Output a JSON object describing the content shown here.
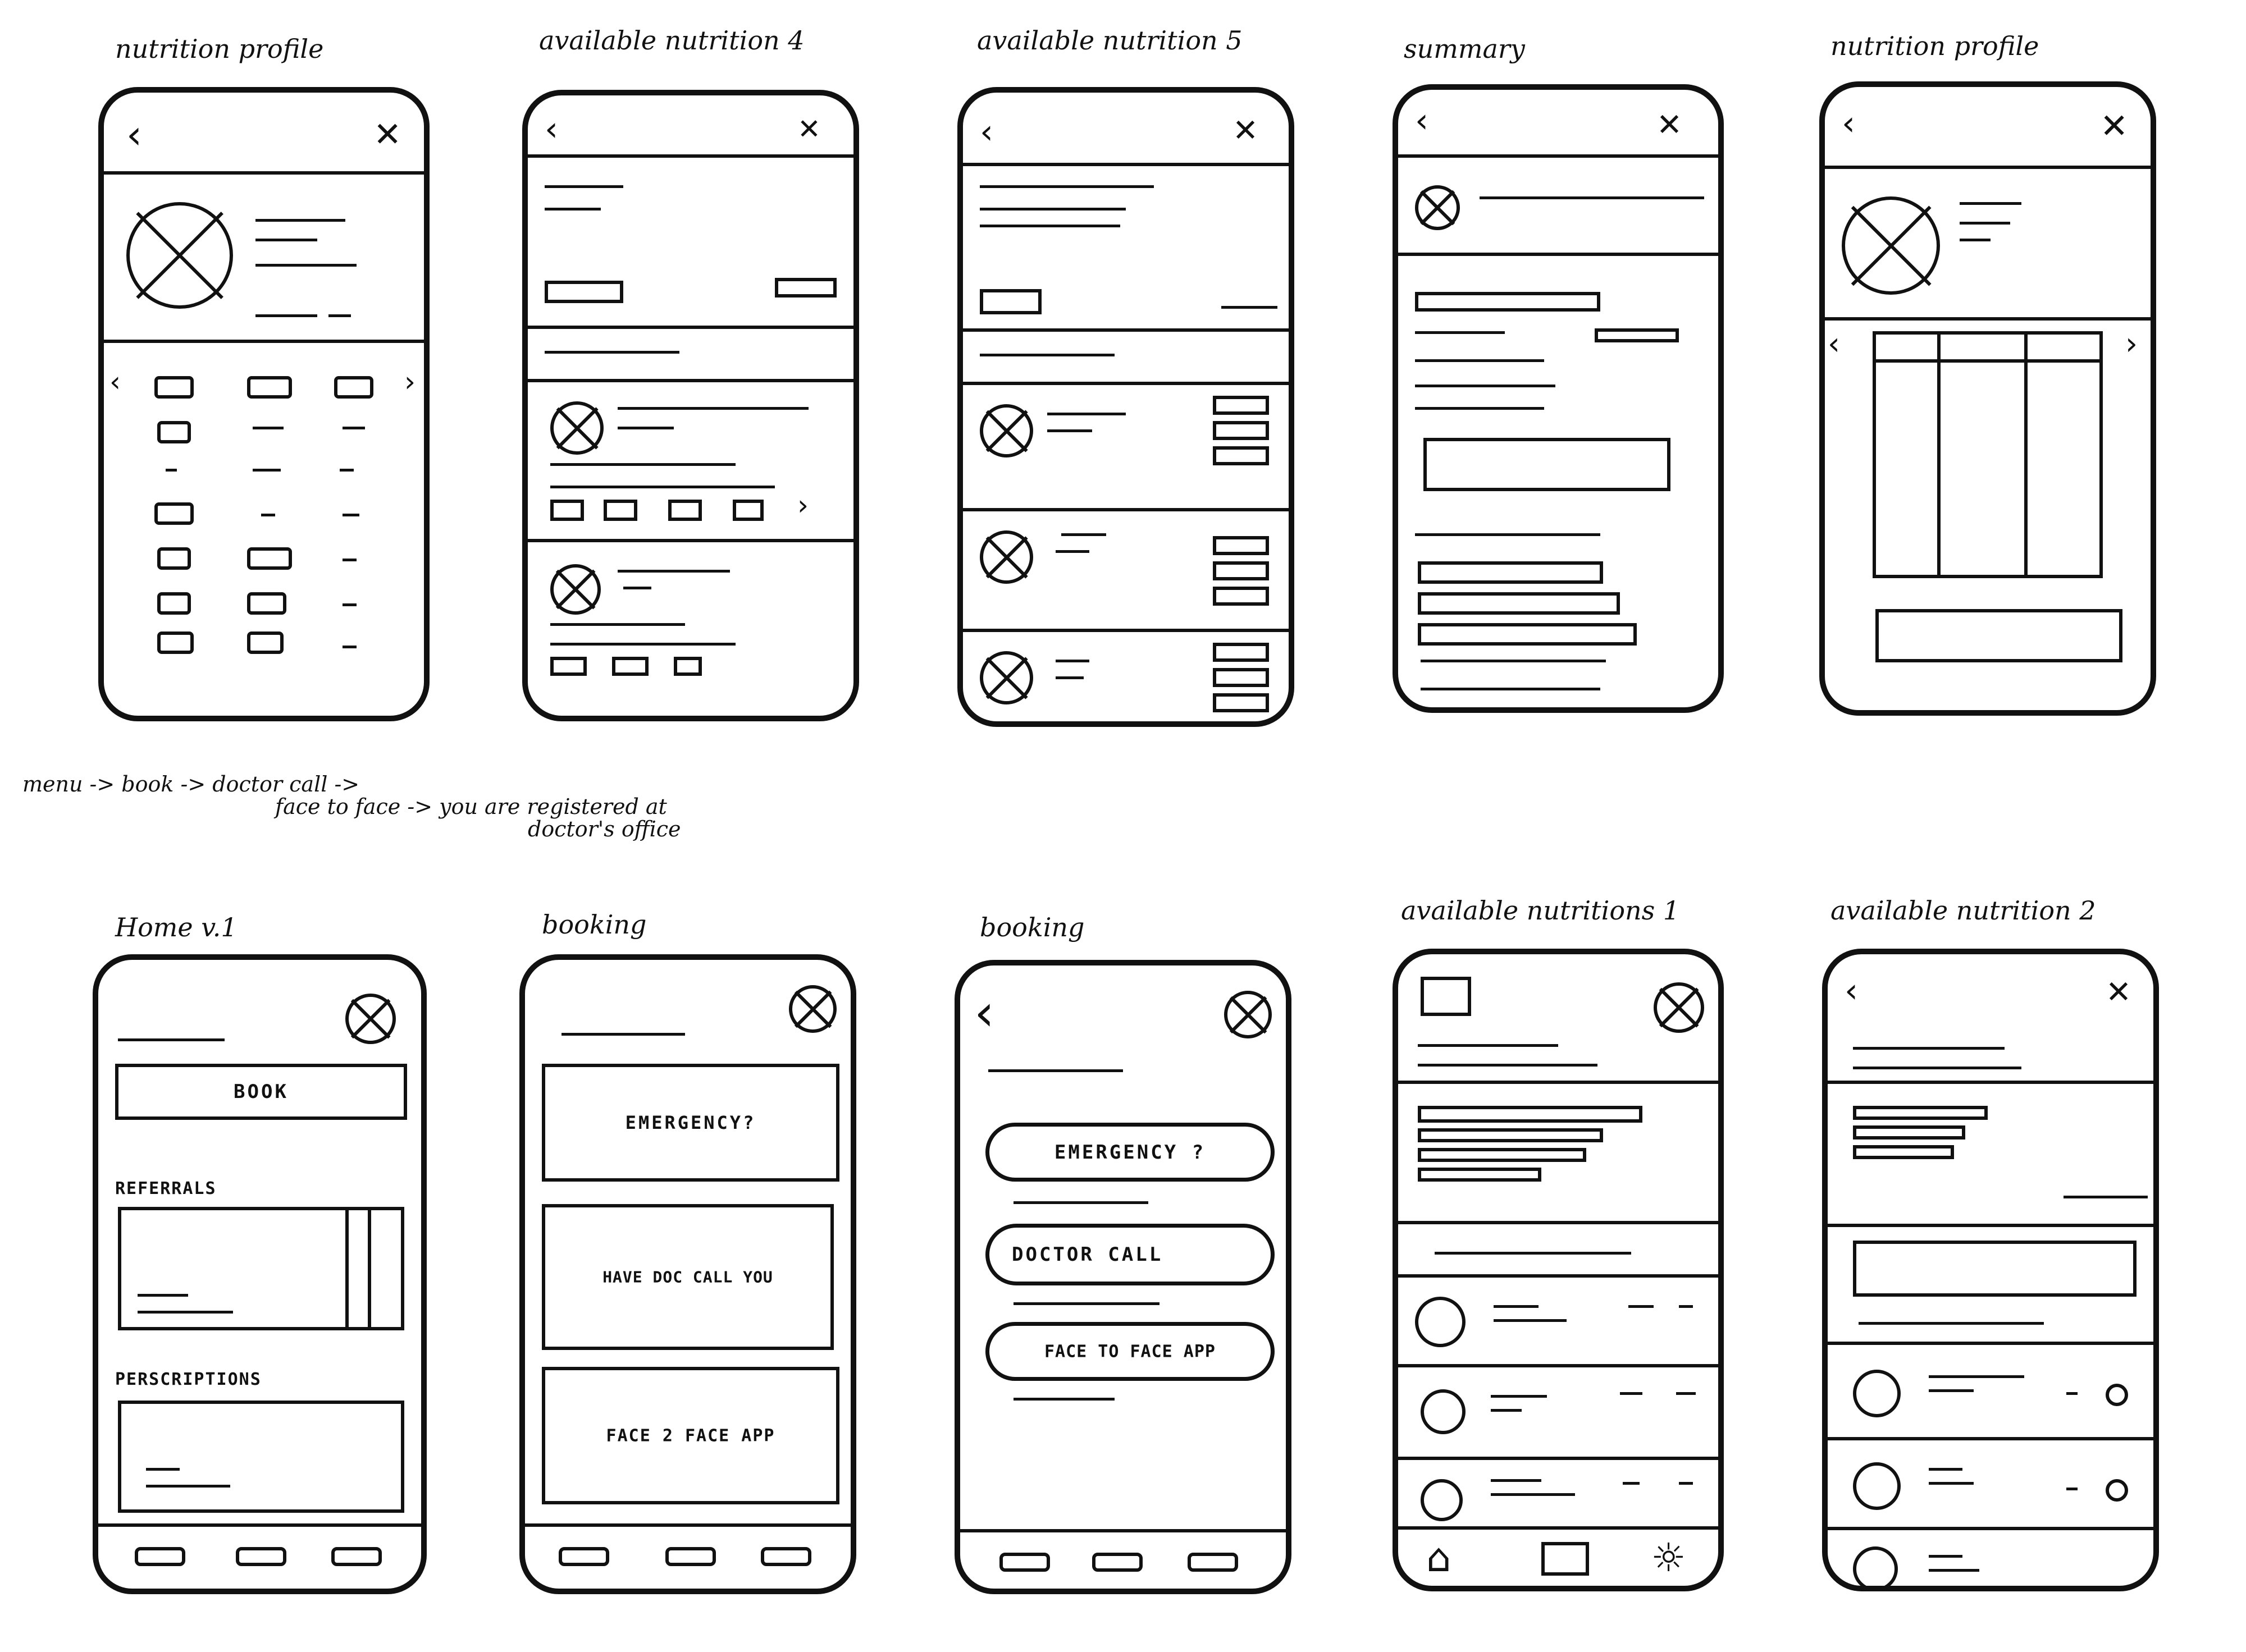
{
  "captions": {
    "p1": "nutrition profile",
    "p2": "available nutrition 4",
    "p3": "available nutrition 5",
    "p4": "summary",
    "p5": "nutrition profile",
    "p6": "Home v.1",
    "p7": "booking",
    "p8": "booking",
    "p9": "available nutritions 1",
    "p10": "available nutrition 2"
  },
  "flow_note": {
    "line1": "menu -> book -> doctor call ->",
    "line2": "face to face -> you are registered at",
    "line3": "doctor's office"
  },
  "icons": {
    "back": "‹",
    "close": "✕",
    "next": "›",
    "prev": "‹"
  },
  "home": {
    "book_label": "BOOK",
    "referrals_label": "REFERRALS",
    "prescriptions_label": "PERSCRIPTIONS"
  },
  "booking": {
    "emergency": "EMERGENCY?",
    "have_doc_call": "HAVE DOC CALL YOU",
    "face2face": "FACE 2 FACE APP"
  },
  "booking2": {
    "emergency": "EMERGENCY ?",
    "doctor_call": "DOCTOR CALL",
    "face_to_face": "FACE TO FACE APP"
  }
}
